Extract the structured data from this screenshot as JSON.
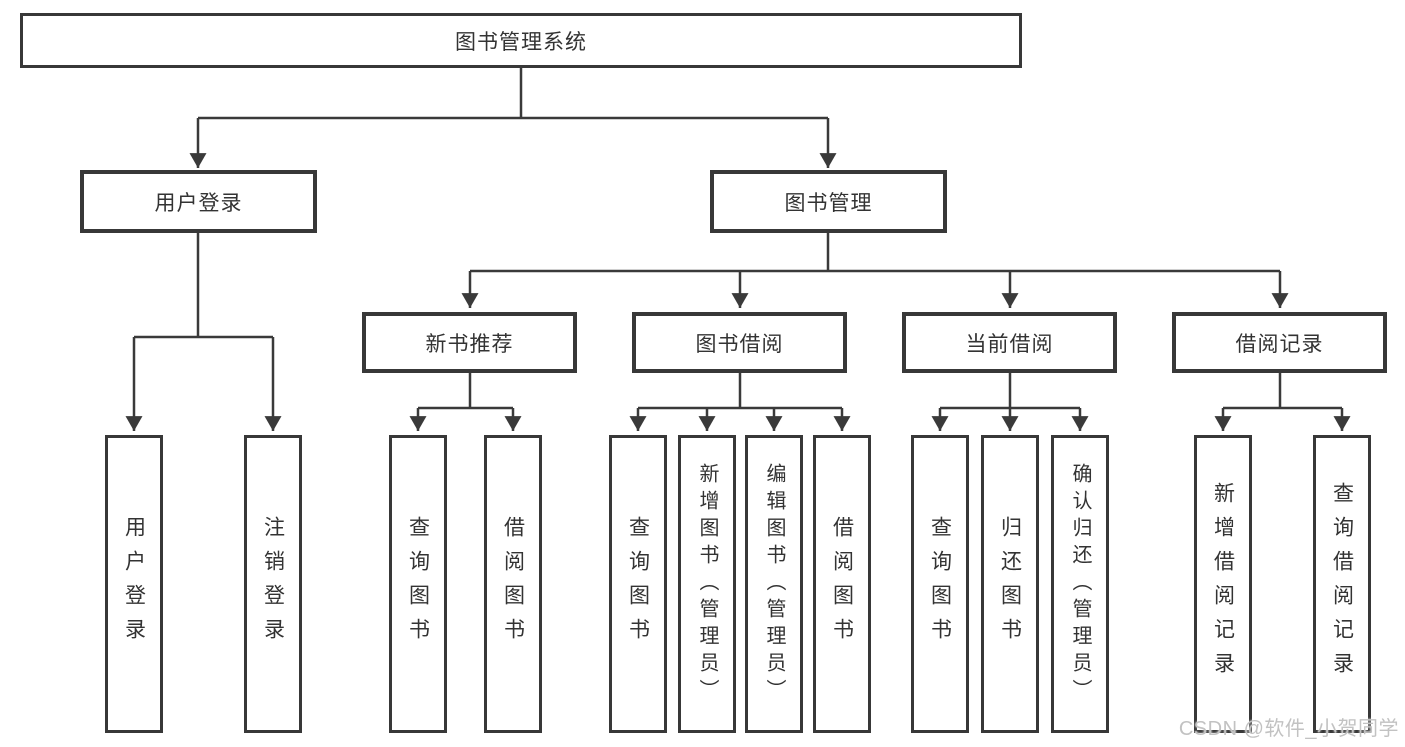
{
  "diagram": {
    "title": "图书管理系统",
    "root": {
      "label": "图书管理系统"
    },
    "level2": {
      "user_login": {
        "label": "用户登录"
      },
      "book_mgmt": {
        "label": "图书管理"
      }
    },
    "level3": {
      "new_book_rec": {
        "label": "新书推荐"
      },
      "book_borrow": {
        "label": "图书借阅"
      },
      "current_borrow": {
        "label": "当前借阅"
      },
      "borrow_record": {
        "label": "借阅记录"
      }
    },
    "leaves": {
      "user_login_leaf": {
        "label": "用户登录"
      },
      "logout": {
        "label": "注销登录"
      },
      "nb_query_book": {
        "label": "查询图书"
      },
      "nb_borrow_book": {
        "label": "借阅图书"
      },
      "bb_query_book": {
        "label": "查询图书"
      },
      "bb_add_book": {
        "label": "新增图书（管理员）"
      },
      "bb_edit_book": {
        "label": "编辑图书（管理员）"
      },
      "bb_borrow_book": {
        "label": "借阅图书"
      },
      "cb_query_book": {
        "label": "查询图书"
      },
      "cb_return_book": {
        "label": "归还图书"
      },
      "cb_confirm_return": {
        "label": "确认归还（管理员）"
      },
      "br_add_record": {
        "label": "新增借阅记录"
      },
      "br_query_record": {
        "label": "查询借阅记录"
      }
    }
  },
  "colors": {
    "box_border": "#383838",
    "text": "#333333",
    "connector": "#3a3a3a",
    "watermark_text": "#c2c2c2",
    "background": "#ffffff"
  },
  "watermark": {
    "label": "CSDN @软件_小贺同学"
  }
}
